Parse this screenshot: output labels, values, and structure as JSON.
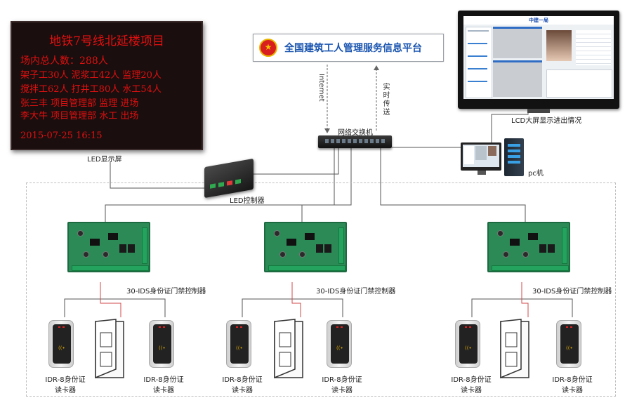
{
  "led_display": {
    "lines": [
      "地铁7号线北延楼项目",
      "场内总人数：288人",
      "架子工30人 泥浆工42人 监理20人",
      "搅拌工62人 打井工80人 水工54人",
      "张三丰 项目管理部 监理 进场",
      "李大牛 项目管理部 水工 出场",
      "2015-07-25  16:15"
    ],
    "label": "LED显示屏",
    "color": "#e01010"
  },
  "platform": {
    "title": "全国建筑工人管理服务信息平台",
    "emblem": "national-emblem-icon"
  },
  "network": {
    "internet_label": "Internet",
    "realtime_label": "实时传送",
    "switch_label": "网络交换机"
  },
  "lcd": {
    "screen_title": "中建一局",
    "label": "LCD大屏显示进出情况"
  },
  "pc": {
    "label": "pc机"
  },
  "led_controller": {
    "label": "LED控制器"
  },
  "groups": [
    {
      "controller_label": "30-IDS身份证门禁控制器",
      "reader_left_label": [
        "IDR-8身份证",
        "读卡器"
      ],
      "reader_right_label": [
        "IDR-8身份证",
        "读卡器"
      ]
    },
    {
      "controller_label": "30-IDS身份证门禁控制器",
      "reader_left_label": [
        "IDR-8身份证",
        "读卡器"
      ],
      "reader_right_label": [
        "IDR-8身份证",
        "读卡器"
      ]
    },
    {
      "controller_label": "30-IDS身份证门禁控制器",
      "reader_left_label": [
        "IDR-8身份证",
        "读卡器"
      ],
      "reader_right_label": [
        "IDR-8身份证",
        "读卡器"
      ]
    }
  ],
  "colors": {
    "line": "#555555",
    "red_wire": "#d24a4a",
    "platform_text": "#1a55b0",
    "pcb": "#2c8a57"
  }
}
